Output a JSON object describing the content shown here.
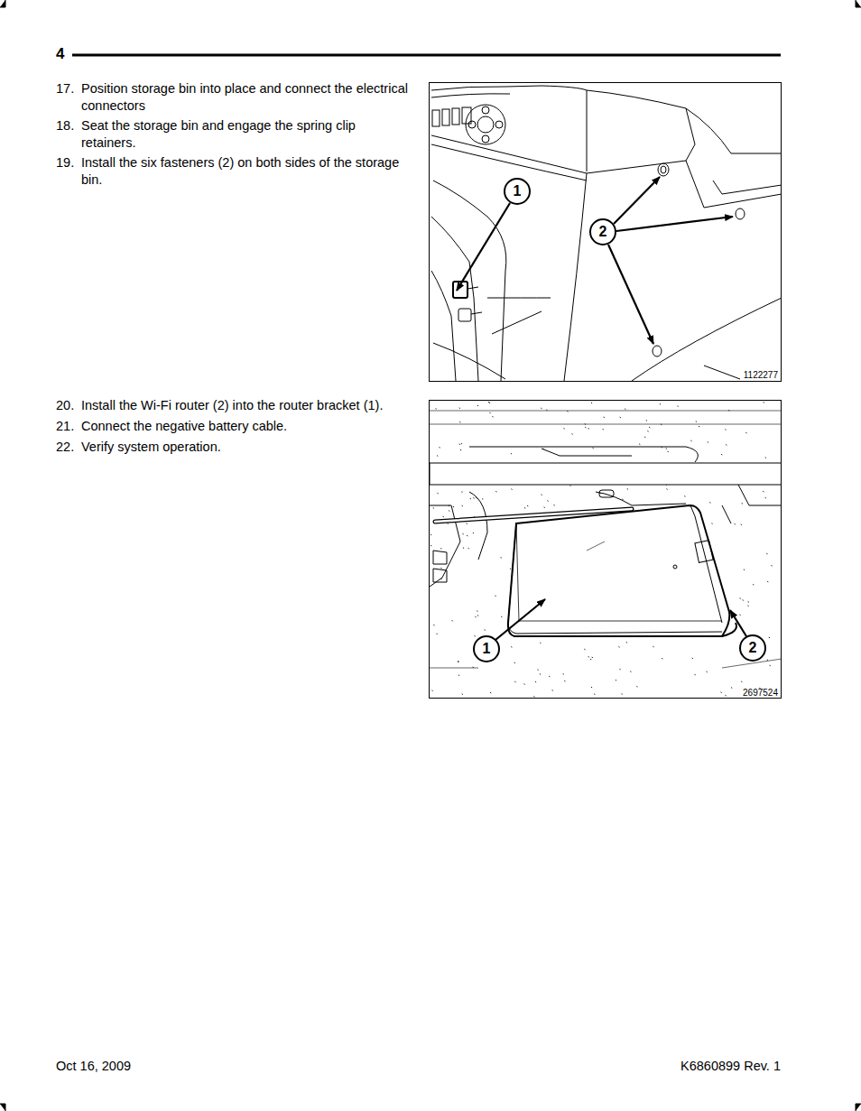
{
  "diagram": {
    "labels": [
      "4",
      "17.",
      "Position storage bin into place and connect the electrical connectors",
      "18.",
      "Seat the storage bin and engage the spring clip retainers.",
      "19.",
      "Install the six fasteners (2) on both sides of the storage bin.",
      "1",
      "2",
      "1122277",
      "20.",
      "Install the Wi-Fi router (2) into the router bracket (1).",
      "21.",
      "Connect the negative battery cable.",
      "22.",
      "Verify system operation.",
      "1",
      "2",
      "2697524",
      "Oct 16, 2009",
      "K6860899 Rev. 1"
    ]
  }
}
